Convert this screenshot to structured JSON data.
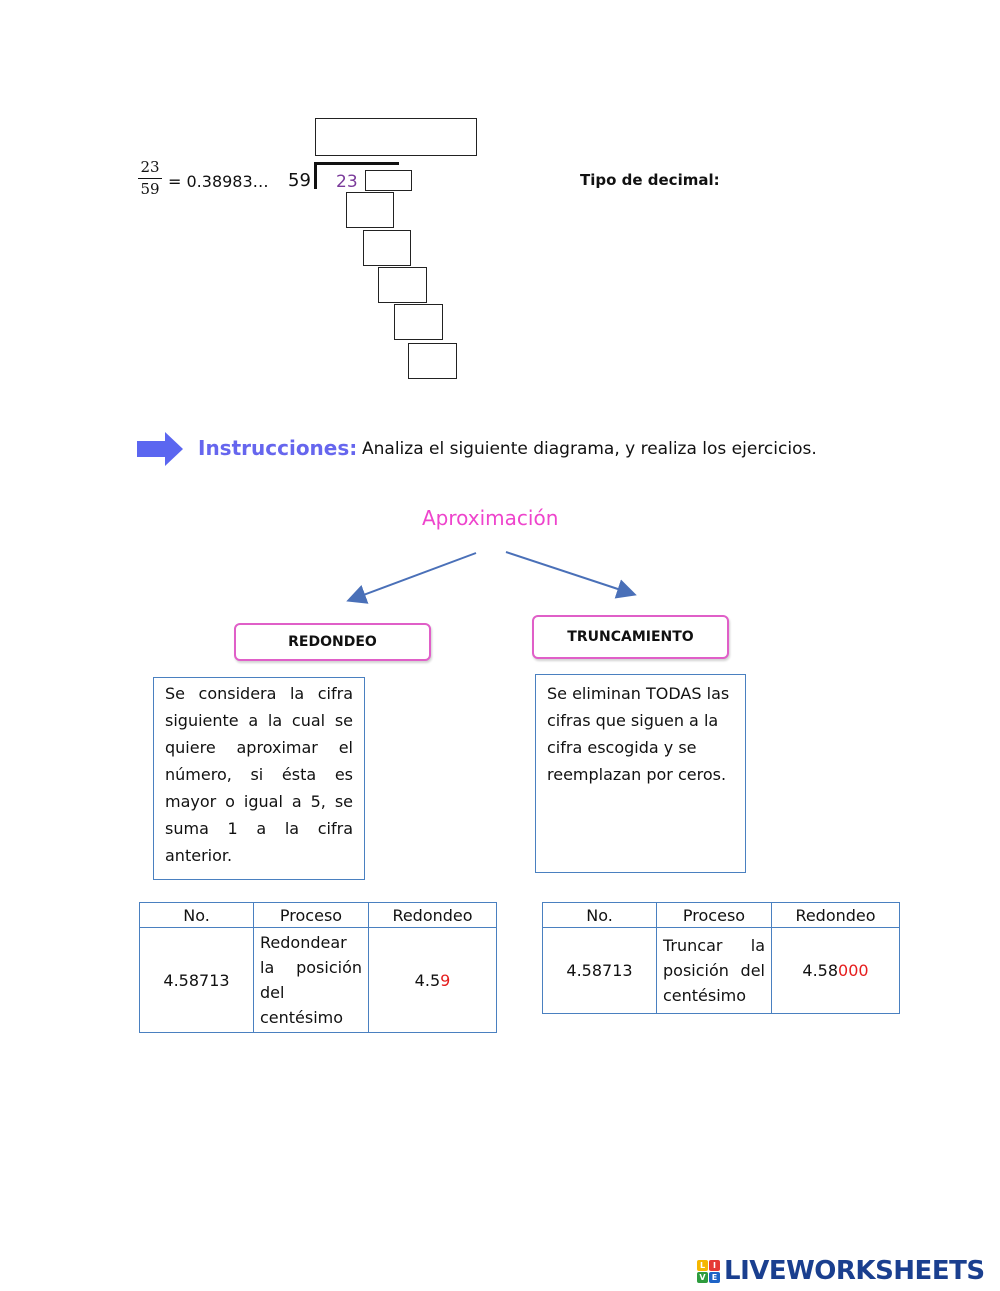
{
  "division": {
    "fraction_numerator": "23",
    "fraction_denominator": "59",
    "equals_text": "= 0.38983…",
    "divisor": "59",
    "dividend": "23",
    "type_label": "Tipo de decimal:"
  },
  "instructions": {
    "title": "Instrucciones:",
    "text": "Analiza el siguiente diagrama, y realiza los ejercicios."
  },
  "diagram": {
    "root": "Aproximación",
    "left": {
      "title": "REDONDEO",
      "description": "Se considera la cifra siguiente a la cual se quiere aproximar el número, si ésta es mayor o igual a 5, se suma 1 a la cifra anterior."
    },
    "right": {
      "title": "TRUNCAMIENTO",
      "description": "Se eliminan TODAS las cifras que siguen a la cifra escogida y se reemplazan por ceros."
    }
  },
  "tables": {
    "rounding": {
      "headers": [
        "No.",
        "Proceso",
        "Redondeo"
      ],
      "number": "4.58713",
      "process": "Redondear la posición del centésimo",
      "result_black": "4.5",
      "result_red": "9"
    },
    "truncation": {
      "headers": [
        "No.",
        "Proceso",
        "Redondeo"
      ],
      "number": "4.58713",
      "process": "Truncar la posición del centésimo",
      "result_black": "4.58",
      "result_red": "000"
    }
  },
  "colors": {
    "accent_pink": "#e05fc8",
    "accent_blue": "#6666ee",
    "border_blue": "#4a80c0",
    "highlight_red": "#e51d1d"
  },
  "footer": {
    "logo_letters": [
      "L",
      "I",
      "V",
      "E"
    ],
    "logo_text": "LIVEWORKSHEETS"
  }
}
